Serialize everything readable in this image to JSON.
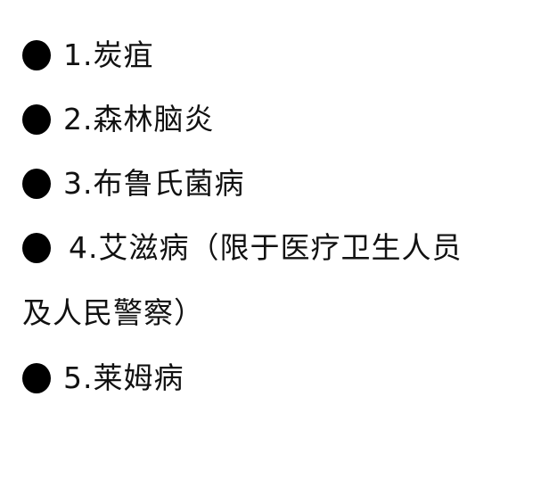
{
  "items": [
    {
      "text": "1.炭疽"
    },
    {
      "text": "2.森林脑炎"
    },
    {
      "text": "3.布鲁氏菌病"
    },
    {
      "text": "4.艾滋病（限于医疗卫生人员",
      "text_continued": "及人民警察）"
    },
    {
      "text": "5.莱姆病"
    }
  ]
}
